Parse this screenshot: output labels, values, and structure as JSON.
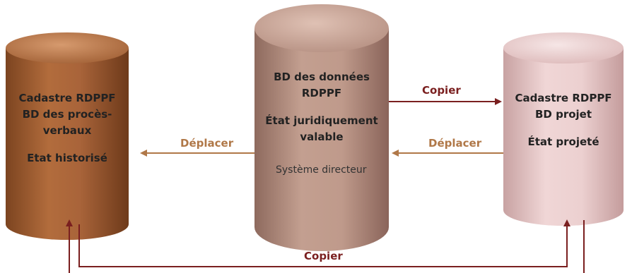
{
  "cylinders": {
    "left": {
      "lines": [
        "Cadastre RDPPF",
        "BD des procès-",
        "verbaux"
      ],
      "state": "Etat historisé"
    },
    "center": {
      "lines": [
        "BD des données",
        "RDPPF"
      ],
      "state_lines": [
        "État juridiquement",
        "valable"
      ],
      "note": "Système directeur"
    },
    "right": {
      "lines": [
        "Cadastre RDPPF",
        "BD projet"
      ],
      "state": "État projeté"
    }
  },
  "arrows": {
    "copy_center_right": "Copier",
    "move_right_center": "Déplacer",
    "move_center_left": "Déplacer",
    "copy_bottom": "Copier"
  },
  "colors": {
    "dark_red": "#7a1f1f",
    "tan": "#b07848",
    "left_cylinder": "#a45e30",
    "center_cylinder": "#b88f80",
    "right_cylinder": "#e6c4c4"
  }
}
